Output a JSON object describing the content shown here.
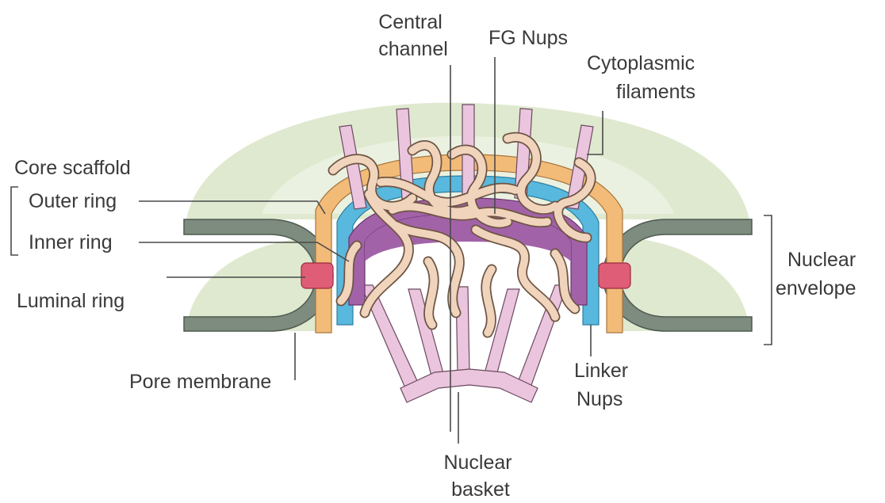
{
  "labels": {
    "central_channel": [
      "Central",
      "channel"
    ],
    "fg_nups": "FG Nups",
    "cytoplasmic_filaments": [
      "Cytoplasmic",
      "filaments"
    ],
    "core_scaffold": "Core scaffold",
    "outer_ring": "Outer ring",
    "inner_ring": "Inner ring",
    "luminal_ring": "Luminal ring",
    "pore_membrane": "Pore membrane",
    "nuclear_envelope": [
      "Nuclear",
      "envelope"
    ],
    "linker_nups": [
      "Linker",
      "Nups"
    ],
    "nuclear_basket": [
      "Nuclear",
      "basket"
    ]
  },
  "colors": {
    "envelope_fill": "#dfe9cf",
    "envelope_inner": "#ebf1e0",
    "membrane": "#7d8c7f",
    "outer_ring": "#f2bb78",
    "inner_ring": "#a262a8",
    "linker": "#58b8dd",
    "luminal": "#df5d76",
    "filament": "#eac5dd",
    "fg_nups": "#f1d4bc",
    "leader": "#4a4a4a"
  }
}
